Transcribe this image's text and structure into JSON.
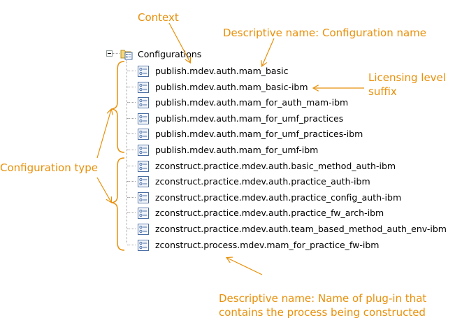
{
  "annotations": {
    "context": "Context",
    "descriptive_name_config": "Descriptive name: Configuration name",
    "licensing_line1": "Licensing level",
    "licensing_line2": "suffix",
    "configuration_type": "Configuration type",
    "plugin_line1": "Descriptive name: Name of plug-in that",
    "plugin_line2": "contains the process being constructed"
  },
  "tree": {
    "root_label": "Configurations",
    "items": [
      "publish.mdev.auth.mam_basic",
      "publish.mdev.auth.mam_basic-ibm",
      "publish.mdev.auth.mam_for_auth_mam-ibm",
      "publish.mdev.auth.mam_for_umf_practices",
      "publish.mdev.auth.mam_for_umf_practices-ibm",
      "publish.mdev.auth.mam_for_umf-ibm",
      "zconstruct.practice.mdev.auth.basic_method_auth-ibm",
      "zconstruct.practice.mdev.auth.practice_auth-ibm",
      "zconstruct.practice.mdev.auth.practice_config_auth-ibm",
      "zconstruct.practice.mdev.auth.practice_fw_arch-ibm",
      "zconstruct.practice.mdev.auth.team_based_method_auth_env-ibm",
      "zconstruct.process.mdev.mam_for_practice_fw-ibm"
    ]
  },
  "colors": {
    "annotation": "#e8900a",
    "text": "#000000",
    "icon_border": "#4a6fa5",
    "tree_line": "#a0a0a0"
  },
  "icons": {
    "root": "folder-configuration-icon",
    "item": "method-configuration-icon"
  }
}
